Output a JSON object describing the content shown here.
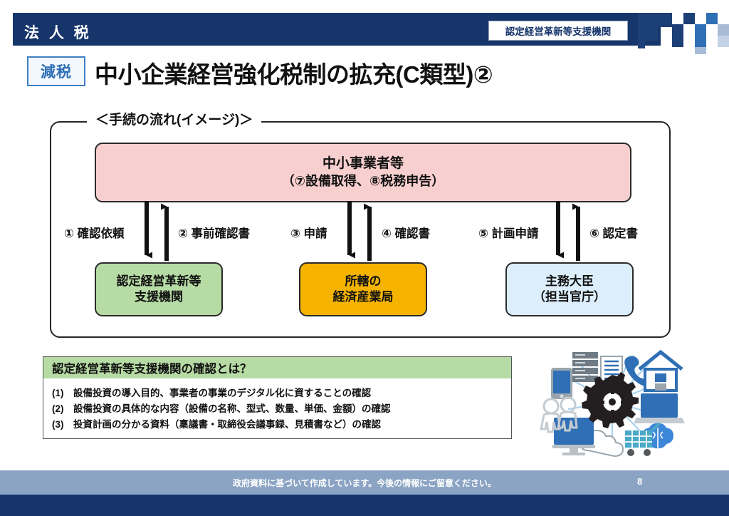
{
  "header": {
    "category": "法 人 税",
    "chip": "認定経営革新等支援機関"
  },
  "title": {
    "badge": "減税",
    "text": "中小企業経営強化税制の拡充(C類型)②"
  },
  "flow": {
    "caption": "＜手続の流れ(イメージ)＞",
    "nodes": {
      "top_line1": "中小事業者等",
      "top_line2": "（⑦設備取得、⑧税務申告）",
      "green_line1": "認定経営革新等",
      "green_line2": "支援機関",
      "orange_line1": "所轄の",
      "orange_line2": "経済産業局",
      "blue_line1": "主務大臣",
      "blue_line2": "（担当官庁）"
    },
    "labels": [
      "① 確認依頼",
      "② 事前確認書",
      "③ 申請",
      "④ 確認書",
      "⑤ 計画申請",
      "⑥ 認定書"
    ]
  },
  "info": {
    "heading": "認定経営革新等支援機関の確認とは？",
    "items": [
      {
        "num": "(1)",
        "text": "設備投資の導入目的、事業者の事業のデジタル化に資することの確認"
      },
      {
        "num": "(2)",
        "text": "設備投資の具体的な内容（設備の名称、型式、数量、単価、金額）の確認"
      },
      {
        "num": "(3)",
        "text": "投資計画の分かる資料（稟議書・取締役会議事録、見積書など）の確認"
      }
    ]
  },
  "footer": {
    "note": "政府資料に基づいて作成しています。今後の情報にご留意ください。",
    "page": "8"
  },
  "colors": {
    "navy": "#16356b",
    "pink": "#f8cfcf",
    "green": "#b6dba4",
    "orange": "#f6b400",
    "lightblue": "#dceefc",
    "footer_band": "#8ba4c4",
    "badge_blue": "#2f6fb5"
  }
}
